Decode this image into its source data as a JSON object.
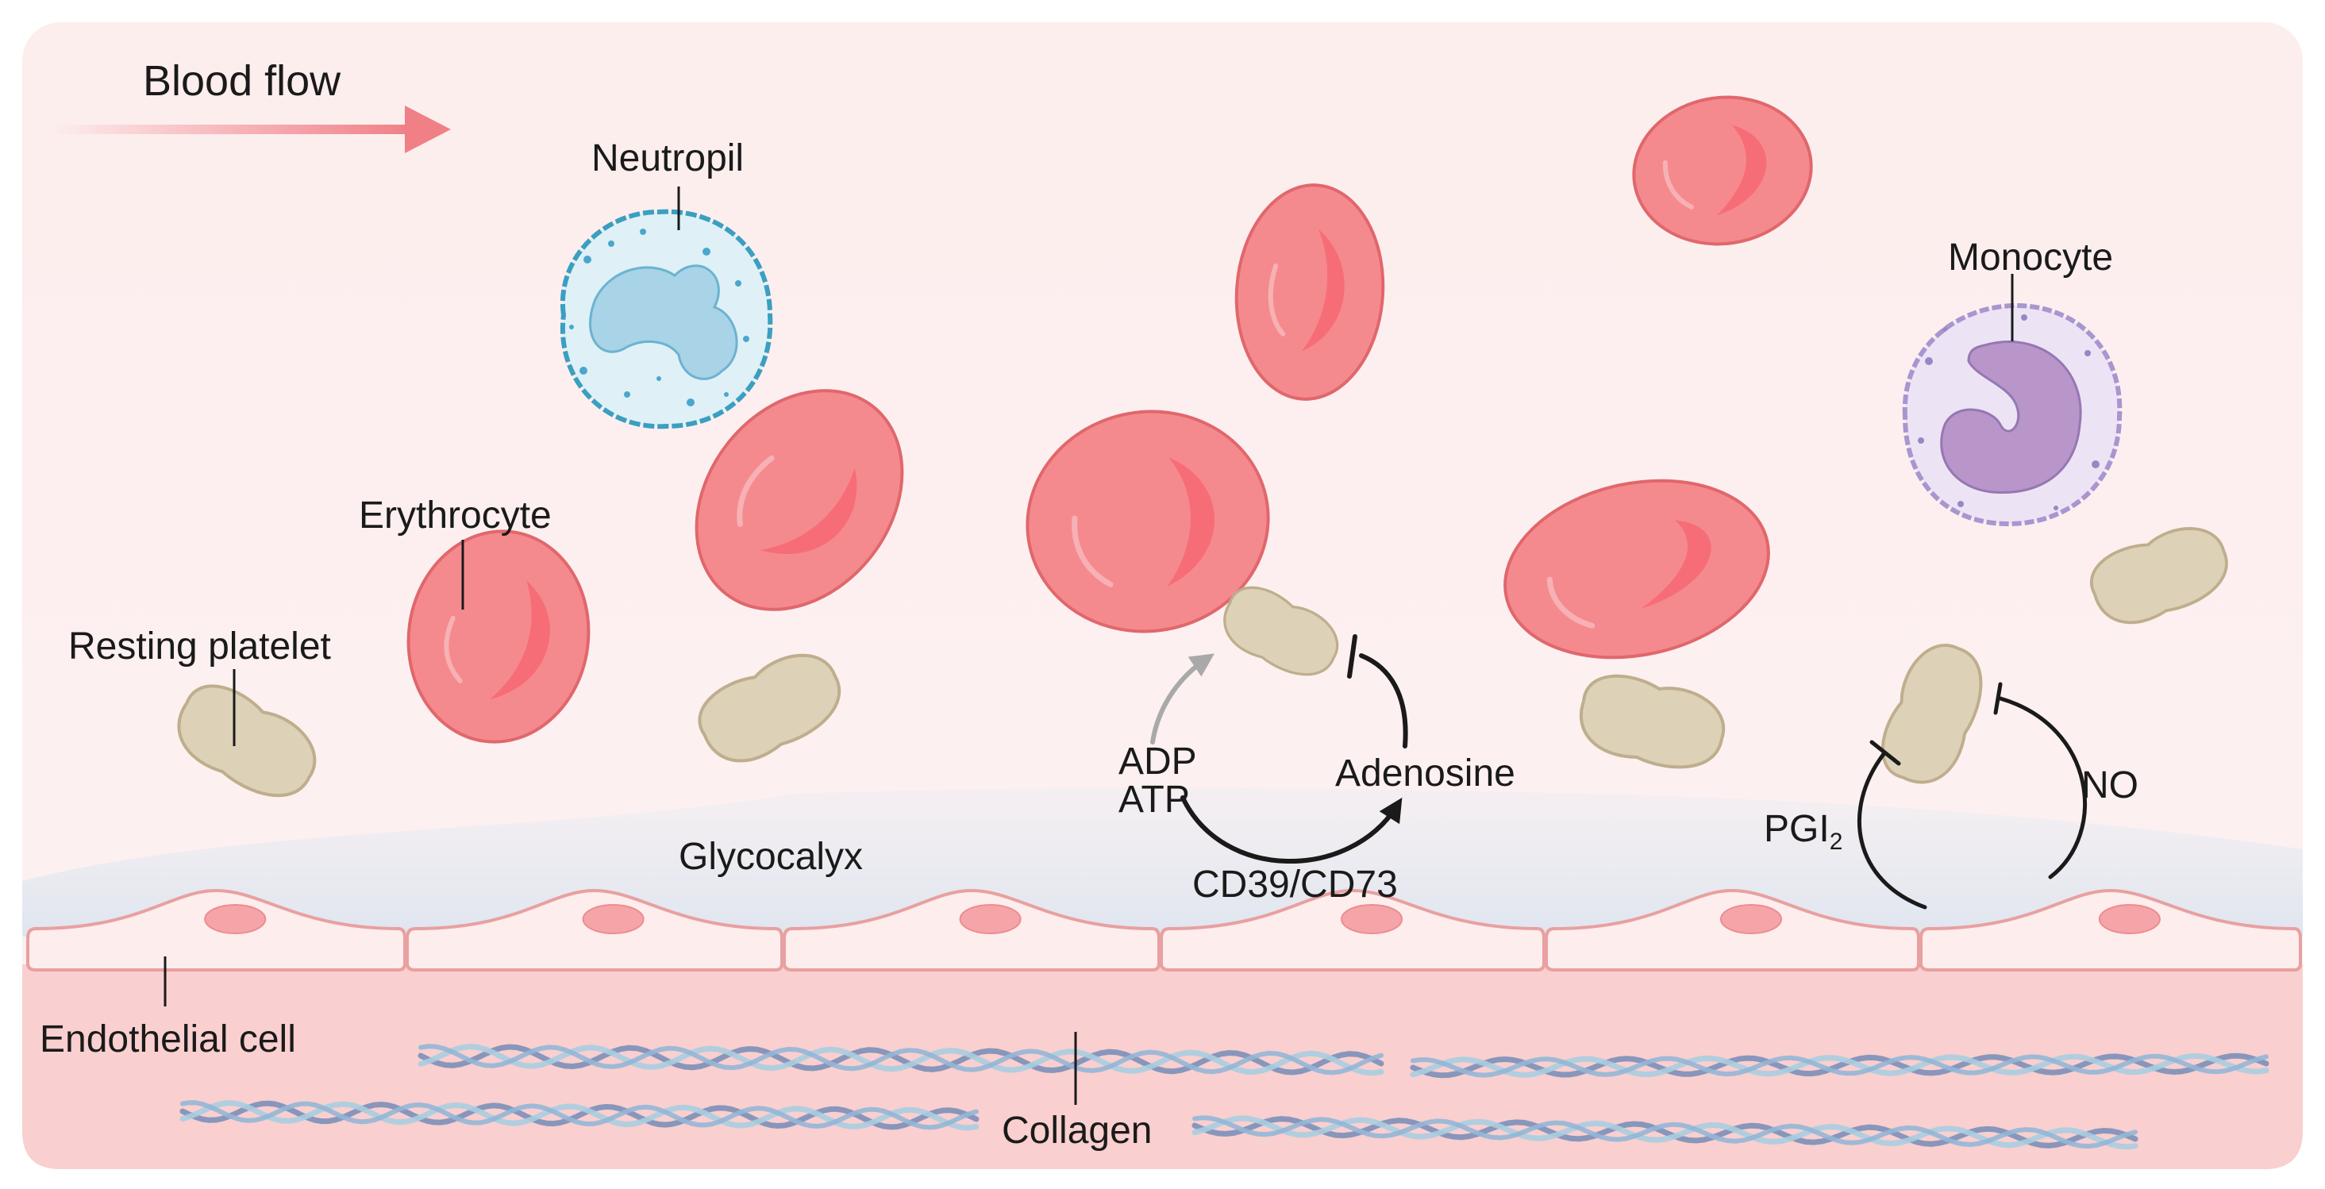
{
  "labels": {
    "blood_flow": "Blood flow",
    "neutrophil": "Neutropil",
    "erythrocyte": "Erythrocyte",
    "resting_platelet": "Resting platelet",
    "monocyte": "Monocyte",
    "glycocalyx": "Glycocalyx",
    "adp": "ADP",
    "atp": "ATP",
    "adenosine": "Adenosine",
    "cd39_cd73": "CD39/CD73",
    "pgi": "PGI",
    "pgi_subscript": "2",
    "no": "NO",
    "endothelial_cell": "Endothelial cell",
    "collagen": "Collagen"
  },
  "colors": {
    "vessel_lumen": "#fdeeee",
    "glycocalyx": "#e3e8f1",
    "endothelial_fill": "#fdeded",
    "endothelial_stroke": "#e8a0a0",
    "nucleus": "#f5a5a8",
    "subendothelium": "#f9cfcf",
    "erythrocyte": "#f58a8e",
    "erythrocyte_stroke": "#e0676c",
    "platelet": "#ddd1b8",
    "platelet_stroke": "#bfae8d",
    "neutrophil": "#dff0f6",
    "neutrophil_stroke": "#3a9fc1",
    "monocyte": "#ece4f5",
    "monocyte_stroke": "#a995cf",
    "arrow": "#f07f86",
    "collagen_light": "#a8cde0",
    "collagen_dark": "#7b8fb8"
  }
}
